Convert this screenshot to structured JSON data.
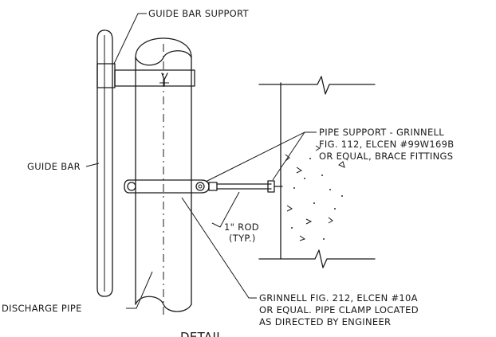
{
  "labels": {
    "guide_bar_support": "GUIDE BAR SUPPORT",
    "pipe_support": [
      "PIPE SUPPORT - GRINNELL",
      "FIG. 112, ELCEN #99W169B",
      "OR EQUAL, BRACE FITTINGS"
    ],
    "guide_bar": "GUIDE BAR",
    "rod": [
      "1\" ROD",
      "(TYP.)"
    ],
    "discharge_pipe": "DISCHARGE PIPE",
    "clamp": [
      "GRINNELL FIG. 212, ELCEN #10A",
      "OR EQUAL.  PIPE CLAMP LOCATED",
      "AS DIRECTED BY ENGINEER"
    ],
    "title_fragment": "DETAIL"
  },
  "colors": {
    "ink": "#1a1a1a",
    "paper": "#ffffff"
  }
}
